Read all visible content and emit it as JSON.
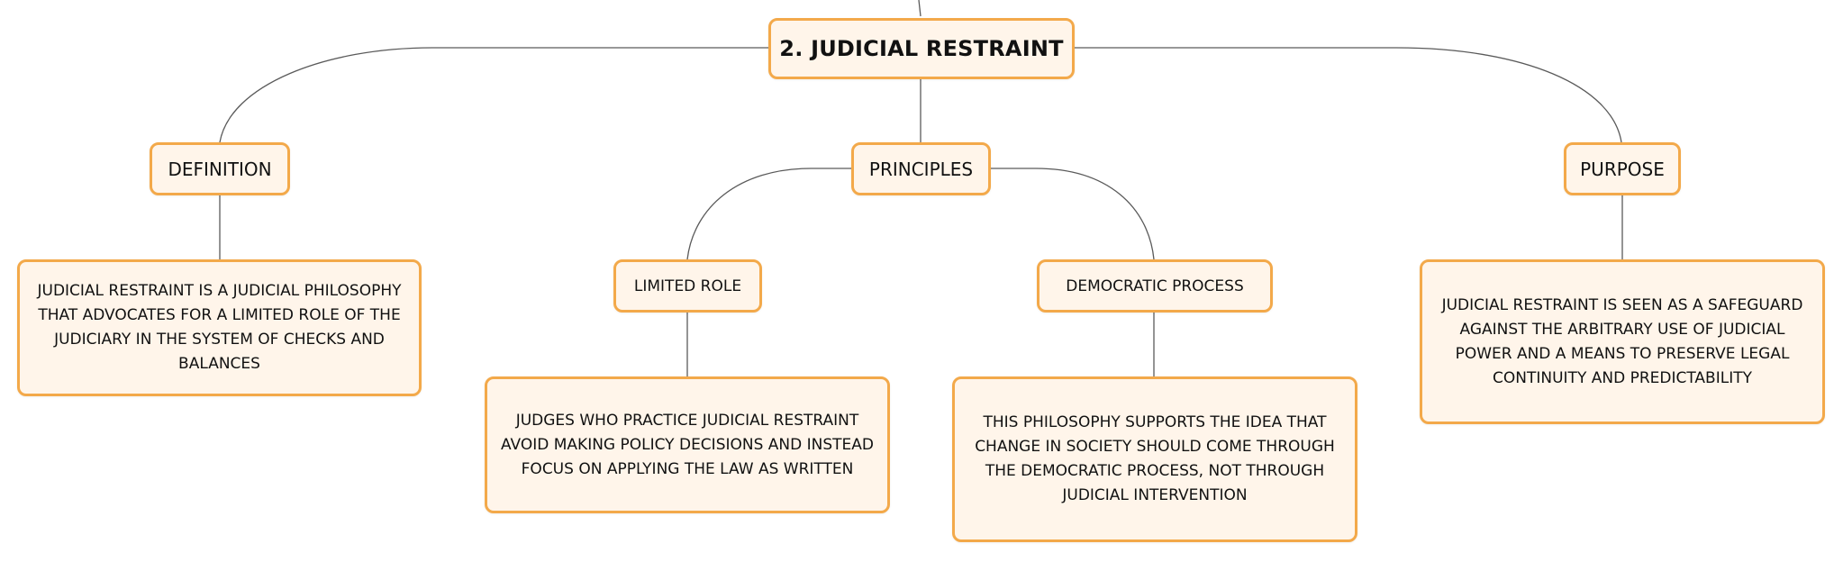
{
  "diagram": {
    "root": "2. JUDICIAL RESTRAINT",
    "definition": {
      "label": "DEFINITION",
      "text": "JUDICIAL RESTRAINT IS A JUDICIAL PHILOSOPHY THAT ADVOCATES FOR A LIMITED ROLE OF THE JUDICIARY IN THE SYSTEM OF CHECKS AND BALANCES"
    },
    "principles": {
      "label": "PRINCIPLES",
      "limited_role": {
        "label": "LIMITED ROLE",
        "text": "JUDGES WHO PRACTICE JUDICIAL RESTRAINT AVOID MAKING POLICY DECISIONS AND INSTEAD FOCUS ON APPLYING THE LAW AS WRITTEN"
      },
      "democratic_process": {
        "label": "DEMOCRATIC PROCESS",
        "text": "THIS PHILOSOPHY SUPPORTS THE IDEA THAT CHANGE IN SOCIETY SHOULD COME THROUGH THE DEMOCRATIC PROCESS, NOT THROUGH JUDICIAL INTERVENTION"
      }
    },
    "purpose": {
      "label": "PURPOSE",
      "text": "JUDICIAL RESTRAINT IS SEEN AS A SAFEGUARD AGAINST THE ARBITRARY USE OF JUDICIAL POWER AND A MEANS TO PRESERVE LEGAL CONTINUITY AND PREDICTABILITY"
    }
  }
}
